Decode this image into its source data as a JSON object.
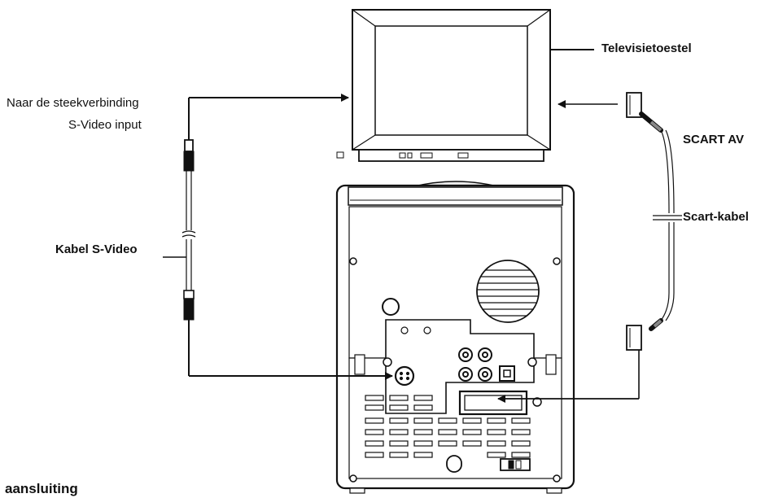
{
  "labels": {
    "television": "Televisietoestel",
    "to_connection": "Naar de steekverbinding",
    "svideo_input": "S-Video input",
    "svideo_cable": "Kabel S-Video",
    "scart_av": "SCART AV",
    "scart_cable": "Scart-kabel",
    "caption": "aansluiting"
  },
  "colors": {
    "line": "#111111",
    "device_fill": "#ffffff",
    "panel_gray": "#d9d9d9"
  }
}
